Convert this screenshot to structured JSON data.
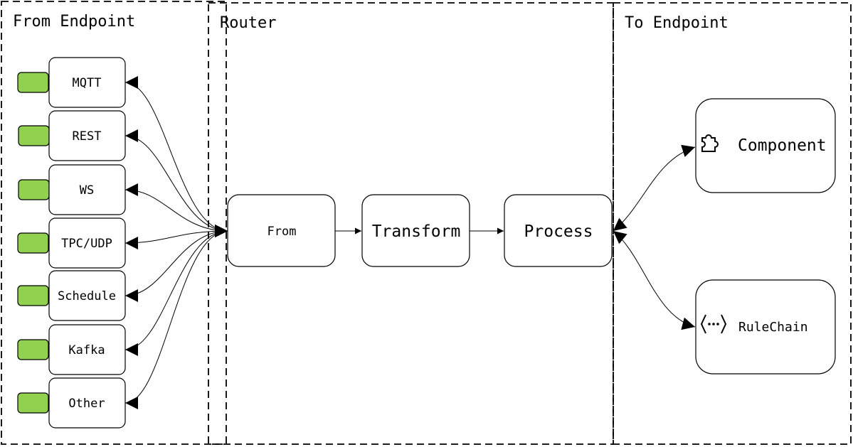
{
  "sections": {
    "from_endpoint": "From Endpoint",
    "router": "Router",
    "to_endpoint": "To Endpoint"
  },
  "endpoints": [
    "MQTT",
    "REST",
    "WS",
    "TPC/UDP",
    "Schedule",
    "Kafka",
    "Other"
  ],
  "router_steps": {
    "from": "From",
    "transform": "Transform",
    "process": "Process"
  },
  "targets": {
    "component": "Component",
    "rulechain": "RuleChain"
  },
  "icons": {
    "component": "puzzle-piece-icon",
    "rulechain": "angle-brackets-dots-icon"
  },
  "colors": {
    "endpoint_tab": "#92d050"
  }
}
